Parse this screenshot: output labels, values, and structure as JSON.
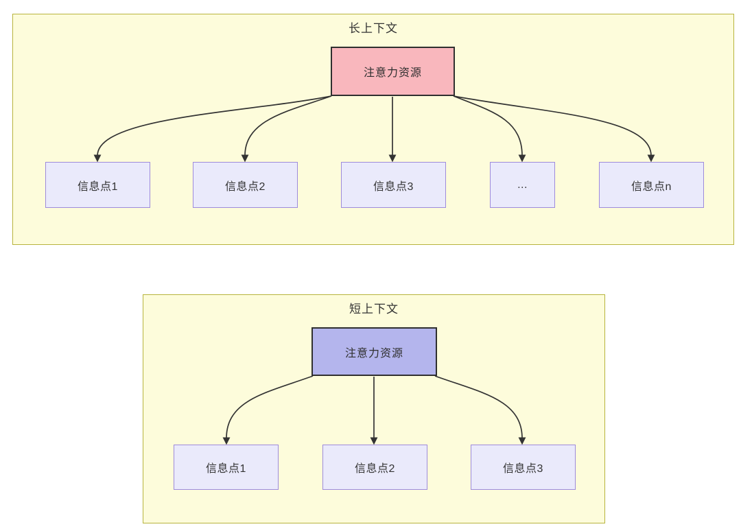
{
  "long_context": {
    "title": "长上下文",
    "attention_label": "注意力资源",
    "attention_fill": "#f9b7bd",
    "nodes": [
      "信息点1",
      "信息点2",
      "信息点3",
      "...",
      "信息点n"
    ]
  },
  "short_context": {
    "title": "短上下文",
    "attention_label": "注意力资源",
    "attention_fill": "#b4b5ed",
    "nodes": [
      "信息点1",
      "信息点2",
      "信息点3"
    ]
  },
  "colors": {
    "panel_fill": "#fdfcdb",
    "panel_border": "#b7b33c",
    "node_fill": "#eaeafb",
    "node_border": "#9d8adb",
    "attention_border": "#2f2f2f",
    "arrow": "#333333",
    "text": "#333333",
    "page_background": "#ffffff"
  }
}
